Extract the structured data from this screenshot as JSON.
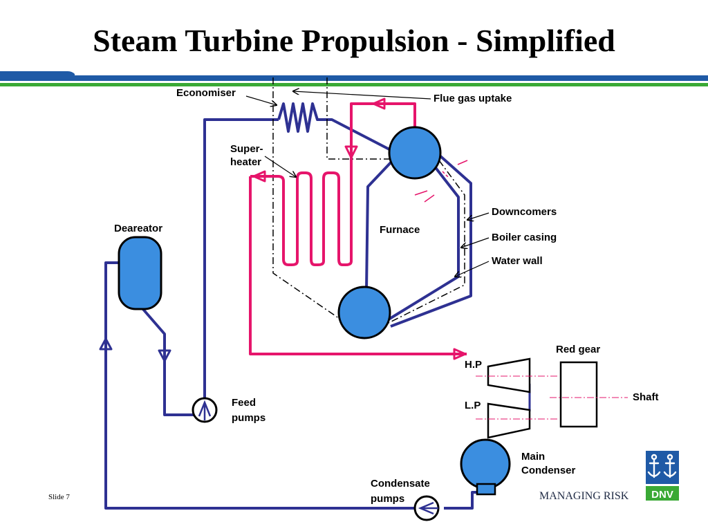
{
  "title": "Steam Turbine Propulsion - Simplified",
  "labels": {
    "economiser": "Economiser",
    "flue_gas_uptake": "Flue gas uptake",
    "superheater_1": "Super-",
    "superheater_2": "heater",
    "deareator": "Deareator",
    "furnace": "Furnace",
    "downcomers": "Downcomers",
    "boiler_casing": "Boiler casing",
    "water_wall": "Water wall",
    "red_gear": "Red gear",
    "hp": "H.P",
    "lp": "L.P",
    "shaft": "Shaft",
    "feed_pumps_1": "Feed",
    "feed_pumps_2": "pumps",
    "main_condenser_1": "Main",
    "main_condenser_2": "Condenser",
    "condensate_pumps_1": "Condensate",
    "condensate_pumps_2": "pumps"
  },
  "footer": {
    "slide_number": "Slide 7",
    "tagline": "MANAGING RISK",
    "logo_text": "DNV"
  },
  "colors": {
    "water_line": "#2e3192",
    "steam_line": "#e6156b",
    "vessel_fill": "#3b8ee0",
    "band_blue": "#1f5aa6",
    "band_green": "#3aa935"
  }
}
